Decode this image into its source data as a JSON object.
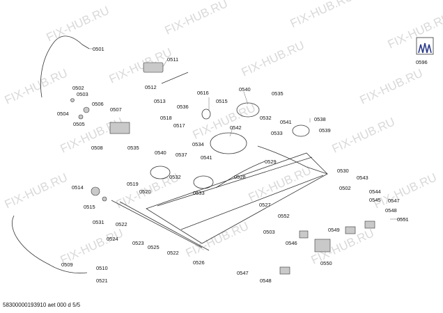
{
  "watermark": "FIX-HUB.RU",
  "footer_code": "58300000193910 aet 000 d 5/5",
  "callouts": [
    "0501",
    "0511",
    "0512",
    "0502",
    "0503",
    "0504",
    "0505",
    "0506",
    "0507",
    "0513",
    "0518",
    "0517",
    "0536",
    "0616",
    "0515",
    "0540",
    "0535",
    "0532",
    "0541",
    "0538",
    "0533",
    "0539",
    "0542",
    "0534",
    "0508",
    "0535",
    "0540",
    "0537",
    "0541",
    "0529",
    "0514",
    "0519",
    "0520",
    "0532",
    "0533",
    "0528",
    "0530",
    "0502",
    "0543",
    "0544",
    "0545",
    "0547",
    "0548",
    "0515",
    "0527",
    "0531",
    "0522",
    "0524",
    "0523",
    "0525",
    "0522",
    "0526",
    "0552",
    "0503",
    "0549",
    "0551",
    "0546",
    "0550",
    "0509",
    "0510",
    "0521",
    "0547",
    "0548",
    "0596"
  ]
}
